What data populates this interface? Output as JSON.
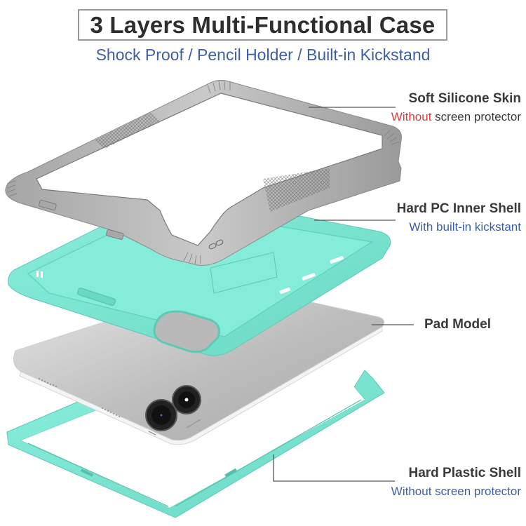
{
  "header": {
    "title": "3 Layers Multi-Functional Case",
    "subtitle": "Shock Proof / Pencil Holder / Built-in Kickstand"
  },
  "callouts": [
    {
      "title": "Soft Silicone Skin",
      "sub_highlight": "Without",
      "sub_rest": " screen protector",
      "highlight_color": "#e03a3a"
    },
    {
      "title": "Hard PC Inner Shell",
      "sub": "With built-in kickstant"
    },
    {
      "title": "Pad Model"
    },
    {
      "title": "Hard Plastic Shell",
      "sub": "Without screen protector"
    }
  ],
  "colors": {
    "title_text": "#2e2e2e",
    "title_border": "#9a9a9a",
    "subtitle_blue": "#3d5fa8",
    "silicone_gray": "#9c9c9c",
    "silicone_light": "#c4c4c4",
    "shell_teal": "#7fe6d2",
    "tablet_silver": "#c8c8c8",
    "leader_line": "#555555"
  },
  "layers": [
    {
      "name": "Soft Silicone Skin",
      "color": "gray"
    },
    {
      "name": "Hard PC Inner Shell",
      "color": "teal"
    },
    {
      "name": "Pad Model",
      "color": "silver"
    },
    {
      "name": "Hard Plastic Shell",
      "color": "teal"
    }
  ]
}
